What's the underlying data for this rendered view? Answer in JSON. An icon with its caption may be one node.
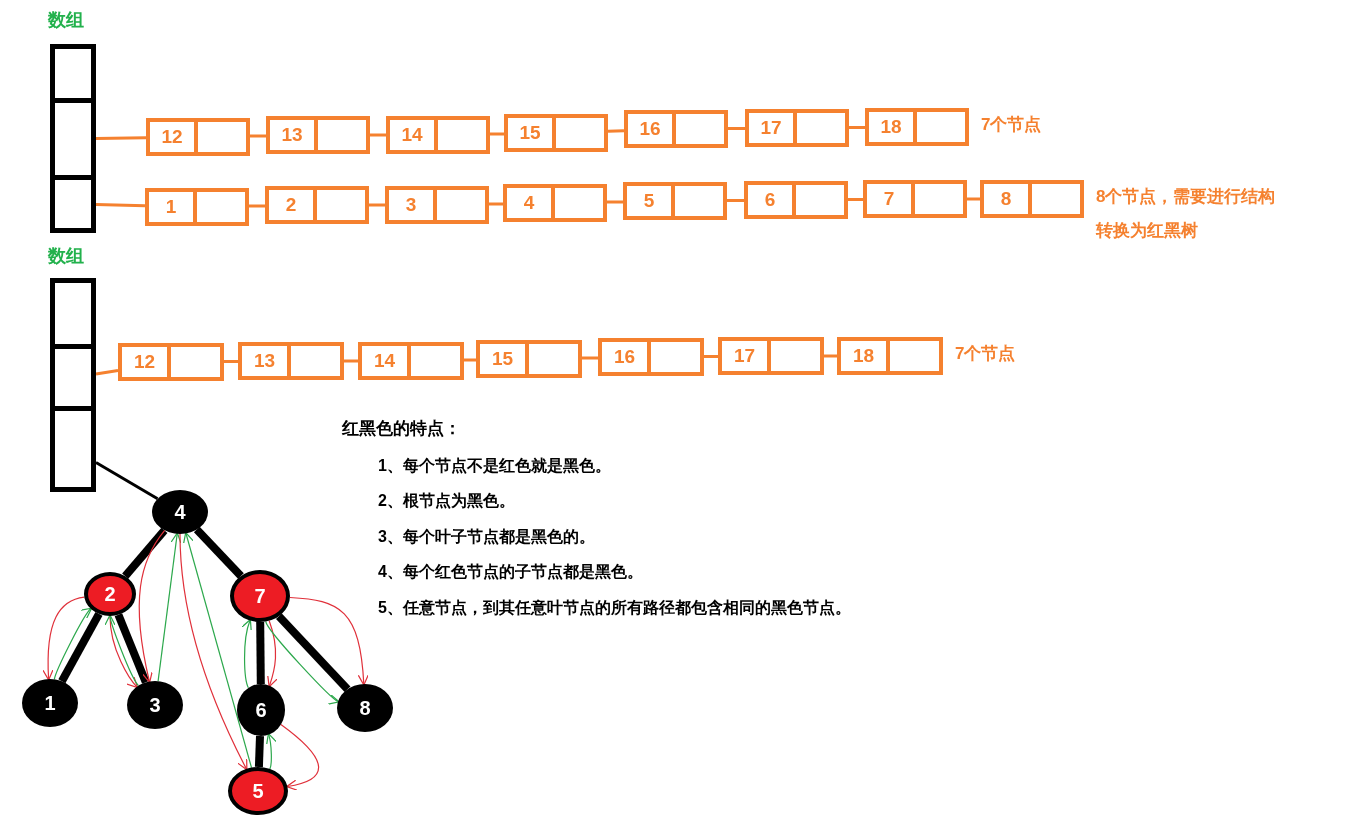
{
  "diagram": {
    "nodes": [
      {
        "text": [
          "数组"
        ]
      },
      {
        "text": [],
        "shape": "box",
        "in": 0
      },
      {
        "text": [],
        "shape": "box",
        "in": 0
      },
      {
        "text": [],
        "shape": "box",
        "in": 0
      },
      {
        "text": [
          "12"
        ]
      },
      {
        "text": [
          "13"
        ]
      },
      {
        "text": [
          "14"
        ]
      },
      {
        "text": [
          "15"
        ]
      },
      {
        "text": [
          "16"
        ]
      },
      {
        "text": [
          "17"
        ]
      },
      {
        "text": [
          "18"
        ],
        "beside": [
          "7个节点"
        ]
      },
      {
        "text": [
          "1"
        ]
      },
      {
        "text": [
          "2"
        ]
      },
      {
        "text": [
          "3"
        ]
      },
      {
        "text": [
          "4"
        ]
      },
      {
        "text": [
          "5"
        ]
      },
      {
        "text": [
          "6"
        ]
      },
      {
        "text": [
          "7"
        ]
      },
      {
        "text": [
          "8"
        ],
        "beside": [
          "8个节点，需要进行结构转换为红黑树"
        ]
      },
      {
        "text": [
          "数组"
        ]
      },
      {
        "text": [],
        "shape": "box",
        "in": 19
      },
      {
        "text": [],
        "shape": "box",
        "in": 19
      },
      {
        "text": [],
        "shape": "box",
        "in": 19
      },
      {
        "text": [
          "12"
        ]
      },
      {
        "text": [
          "13"
        ]
      },
      {
        "text": [
          "14"
        ]
      },
      {
        "text": [
          "15"
        ]
      },
      {
        "text": [
          "16"
        ]
      },
      {
        "text": [
          "17"
        ]
      },
      {
        "text": [
          "18"
        ],
        "beside": [
          "7个节点"
        ]
      },
      {
        "text": [
          "4"
        ]
      },
      {
        "text": [
          "2"
        ]
      },
      {
        "text": [
          "7"
        ]
      },
      {
        "text": [
          "1"
        ]
      },
      {
        "text": [
          "3"
        ]
      },
      {
        "text": [
          "6"
        ]
      },
      {
        "text": [
          "8"
        ]
      },
      {
        "text": [
          "5"
        ]
      }
    ],
    "edges": [
      {
        "from": 2,
        "to": 4,
        "arrow": "none"
      },
      {
        "from": 4,
        "to": 5,
        "arrow": "none"
      },
      {
        "from": 5,
        "to": 6,
        "arrow": "none"
      },
      {
        "from": 6,
        "to": 7,
        "arrow": "none"
      },
      {
        "from": 7,
        "to": 8,
        "arrow": "none"
      },
      {
        "from": 8,
        "to": 9,
        "arrow": "none"
      },
      {
        "from": 9,
        "to": 10,
        "arrow": "none"
      },
      {
        "from": 3,
        "to": 11,
        "arrow": "none"
      },
      {
        "from": 11,
        "to": 12,
        "arrow": "none"
      },
      {
        "from": 12,
        "to": 13,
        "arrow": "none"
      },
      {
        "from": 13,
        "to": 14,
        "arrow": "none"
      },
      {
        "from": 14,
        "to": 15,
        "arrow": "none"
      },
      {
        "from": 15,
        "to": 16,
        "arrow": "none"
      },
      {
        "from": 16,
        "to": 17,
        "arrow": "none"
      },
      {
        "from": 17,
        "to": 18,
        "arrow": "none"
      },
      {
        "from": 21,
        "to": 23,
        "arrow": "none"
      },
      {
        "from": 23,
        "to": 24,
        "arrow": "none"
      },
      {
        "from": 24,
        "to": 25,
        "arrow": "none"
      },
      {
        "from": 25,
        "to": 26,
        "arrow": "none"
      },
      {
        "from": 26,
        "to": 27,
        "arrow": "none"
      },
      {
        "from": 27,
        "to": 28,
        "arrow": "none"
      },
      {
        "from": 28,
        "to": 29,
        "arrow": "none"
      },
      {
        "from": 22,
        "to": 30,
        "arrow": "none",
        "color": "#000000"
      },
      {
        "from": 30,
        "to": 31,
        "arrow": "none",
        "style": "thick",
        "color": "#000000"
      },
      {
        "from": 30,
        "to": 32,
        "arrow": "none",
        "style": "thick",
        "color": "#000000"
      },
      {
        "from": 31,
        "to": 33,
        "arrow": "none",
        "style": "thick",
        "color": "#000000"
      },
      {
        "from": 31,
        "to": 34,
        "arrow": "none",
        "style": "thick",
        "color": "#000000"
      },
      {
        "from": 32,
        "to": 35,
        "arrow": "none",
        "style": "thick",
        "color": "#000000"
      },
      {
        "from": 32,
        "to": 36,
        "arrow": "none",
        "style": "thick",
        "color": "#000000"
      },
      {
        "from": 35,
        "to": 37,
        "arrow": "none",
        "style": "thick",
        "color": "#000000"
      },
      {
        "from": 31,
        "to": 33,
        "arrow": "to",
        "color": "#e0303a"
      },
      {
        "from": 33,
        "to": 31,
        "arrow": "to",
        "color": "#2ca84c"
      },
      {
        "from": 31,
        "to": 34,
        "arrow": "to",
        "color": "#e0303a"
      },
      {
        "from": 34,
        "to": 31,
        "arrow": "to",
        "color": "#2ca84c"
      },
      {
        "from": 30,
        "to": 34,
        "arrow": "to",
        "color": "#e0303a"
      },
      {
        "from": 34,
        "to": 30,
        "arrow": "to",
        "color": "#2ca84c"
      },
      {
        "from": 30,
        "to": 37,
        "arrow": "to",
        "color": "#e0303a"
      },
      {
        "from": 37,
        "to": 30,
        "arrow": "to",
        "color": "#2ca84c"
      },
      {
        "from": 32,
        "to": 35,
        "arrow": "to",
        "color": "#e0303a"
      },
      {
        "from": 35,
        "to": 32,
        "arrow": "to",
        "color": "#2ca84c"
      },
      {
        "from": 32,
        "to": 36,
        "arrow": "to",
        "color": "#e0303a"
      },
      {
        "from": 32,
        "to": 36,
        "arrow": "to",
        "color": "#2ca84c"
      },
      {
        "from": 35,
        "to": 37,
        "arrow": "to",
        "color": "#e0303a"
      },
      {
        "from": 37,
        "to": 35,
        "arrow": "to",
        "color": "#2ca84c"
      }
    ],
    "labels": [
      "红黑色的特点：",
      "1、每个节点不是红色就是黑色。",
      "2、根节点为黑色。",
      "3、每个叶子节点都是黑色的。",
      "4、每个红色节点的子节点都是黑色。",
      "5、任意节点，到其任意叶节点的所有路径都包含相同的黑色节点。"
    ]
  }
}
